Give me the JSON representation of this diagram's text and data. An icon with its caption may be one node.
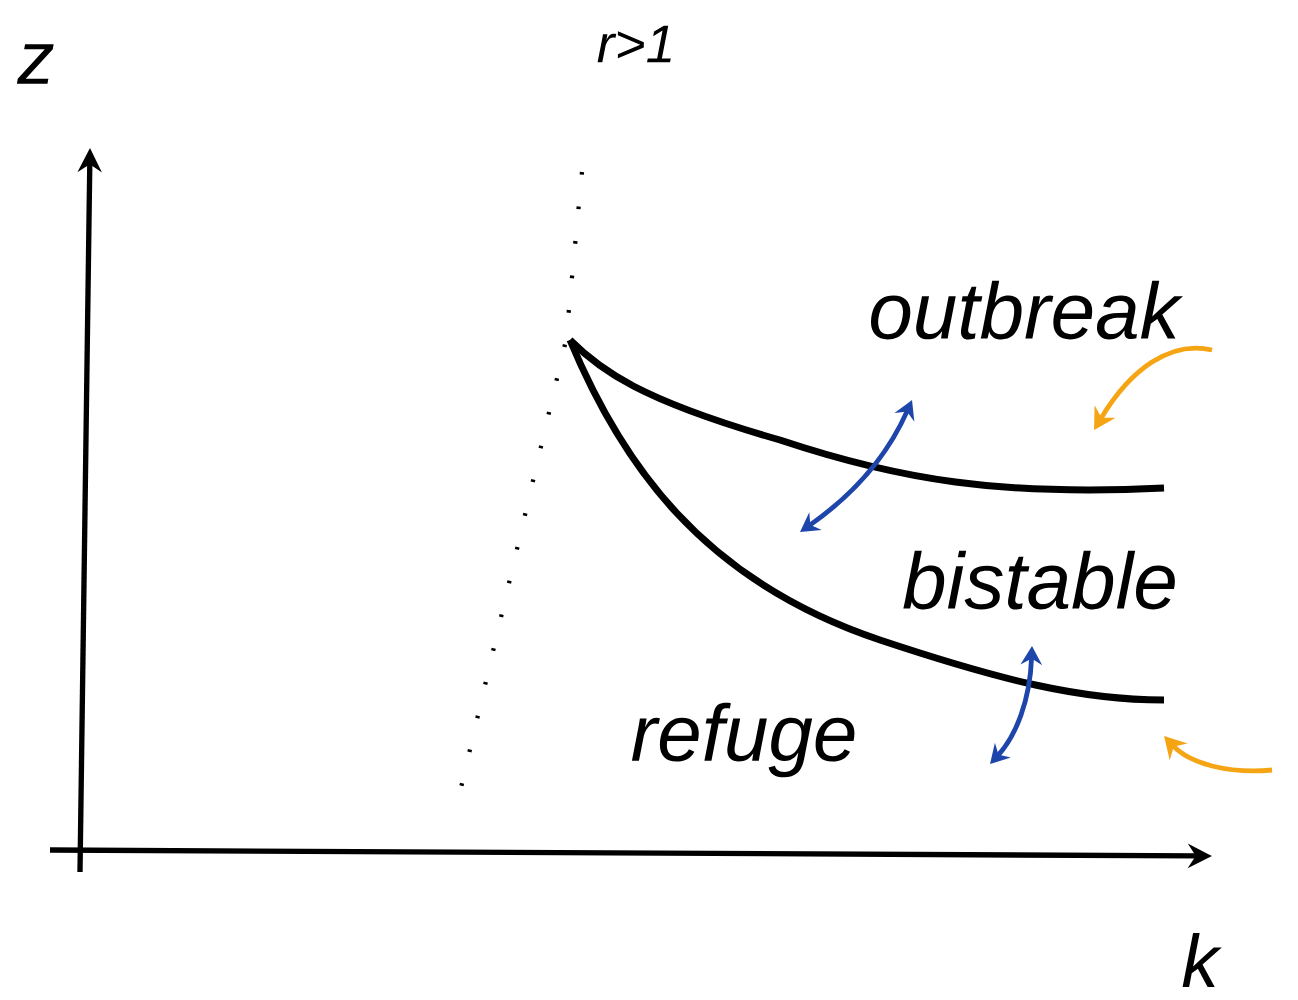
{
  "diagram": {
    "labels": [
      "z",
      "r>1",
      "outbreak",
      "bistable",
      "refuge",
      "k"
    ]
  }
}
